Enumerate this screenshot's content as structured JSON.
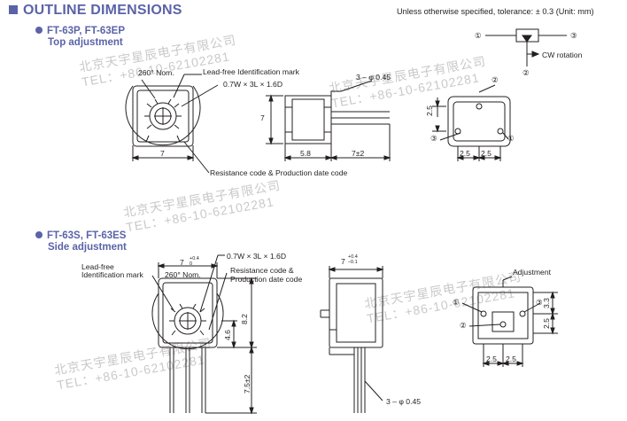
{
  "header": {
    "title": "OUTLINE DIMENSIONS",
    "tolerance_note": "Unless otherwise specified, tolerance: ± 0.3 (Unit: mm)"
  },
  "schematic": {
    "pin1": "①",
    "pin2": "②",
    "pin3": "③",
    "cw_label": "CW rotation"
  },
  "top_section": {
    "models": "FT-63P, FT-63EP",
    "adjustment": "Top adjustment",
    "labels": {
      "nom": "260° Nom.",
      "lead_free": "Lead-free Identification mark",
      "resistor": "0.7W × 3L × 1.6D",
      "resistance_code": "Resistance code & Production date code",
      "pin_dia": "3 – φ 0.45",
      "dim_7_width": "7",
      "dim_7_height": "7",
      "dim_5_8": "5.8",
      "dim_7pm2": "7±2",
      "dim_2_5_a": "2.5",
      "dim_2_5_b": "2.5",
      "dim_2_5_side": "2.5",
      "pin1": "①",
      "pin2": "②",
      "pin3": "③"
    }
  },
  "side_section": {
    "models": "FT-63S, FT-63ES",
    "adjustment": "Side adjustment",
    "labels": {
      "lead_free_1": "Lead-free",
      "lead_free_2": "Identification mark",
      "dim_7_top": "7",
      "tol_plus": "+0.4",
      "tol_zero": "0",
      "nom": "260° Nom.",
      "resistor": "0.7W × 3L × 1.6D",
      "resistance_code_1": "Resistance code &",
      "resistance_code_2": "Production date code",
      "dim_8_2": "8.2",
      "dim_4_6": "4.6",
      "dim_7_5pm2": "7.5±2",
      "dim_7_side": "7",
      "tol_plus2": "+0.4",
      "tol_minus": "–0.1",
      "pin_dia": "3 – φ 0.45",
      "adjustment_label": "Adjustment",
      "dim_3_3": "3.3",
      "dim_2_5_v": "2.5",
      "dim_2_5_a": "2.5",
      "dim_2_5_b": "2.5",
      "pin1": "①",
      "pin2": "②",
      "pin3": "③"
    }
  },
  "watermark": {
    "line1": "北京天宇星辰电子有限公司",
    "line2": "TEL：+86-10-62102281"
  }
}
